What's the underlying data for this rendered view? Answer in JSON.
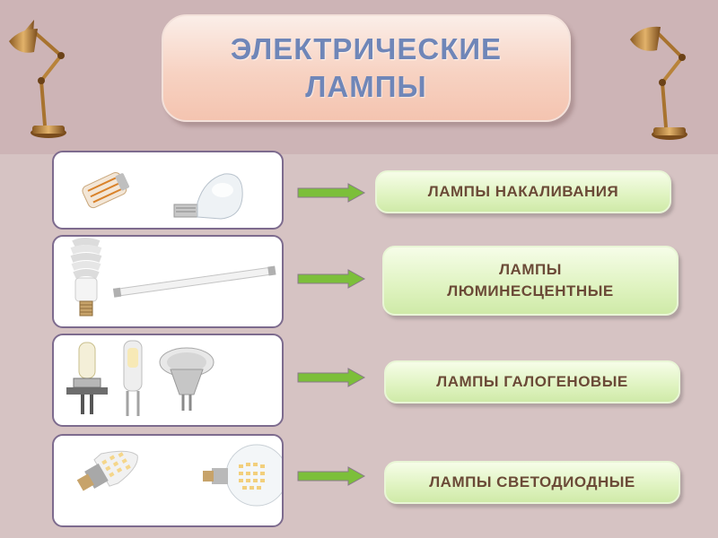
{
  "title": {
    "line1": "ЭЛЕКТРИЧЕСКИЕ",
    "line2": "ЛАМПЫ"
  },
  "categories": [
    {
      "label": "ЛАМПЫ НАКАЛИВАНИЯ"
    },
    {
      "label_line1": "ЛАМПЫ",
      "label_line2": "ЛЮМИНЕСЦЕНТНЫЕ"
    },
    {
      "label": "ЛАМПЫ ГАЛОГЕНОВЫЕ"
    },
    {
      "label": "ЛАМПЫ СВЕТОДИОДНЫЕ"
    }
  ],
  "colors": {
    "title_text": "#6f86b8",
    "label_text": "#6b4a37",
    "arrow": "#7cbf3a",
    "box_border": "#7d6b8e"
  },
  "icons": [
    "desk-lamp-icon",
    "incandescent-bulb-icon",
    "fluorescent-bulb-icon",
    "halogen-bulb-icon",
    "led-bulb-icon",
    "arrow-right-icon"
  ]
}
